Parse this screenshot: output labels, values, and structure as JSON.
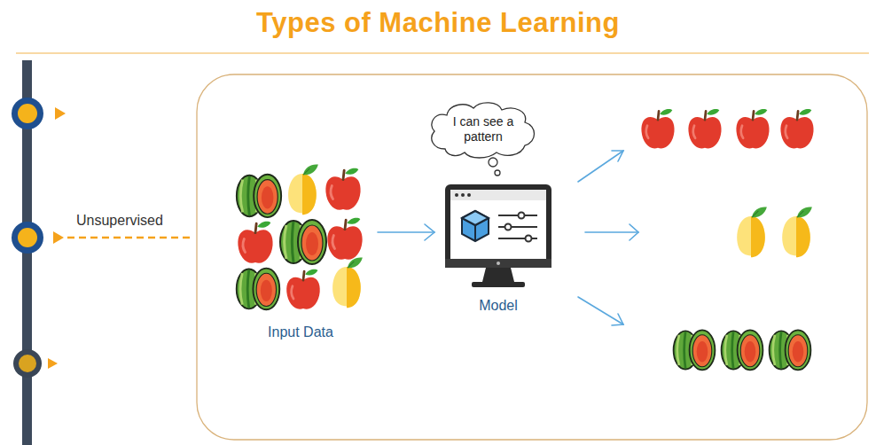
{
  "diagram": {
    "title": "Types of Machine Learning",
    "nodes": [
      {
        "text": [
          "Input Data"
        ]
      },
      {
        "text": [
          "I can see a pattern"
        ]
      },
      {
        "text": [
          "Model"
        ]
      }
    ],
    "edges": [
      {
        "from": 0,
        "to": 2,
        "arrow": "to"
      }
    ],
    "labels": [
      "Unsupervised"
    ]
  }
}
